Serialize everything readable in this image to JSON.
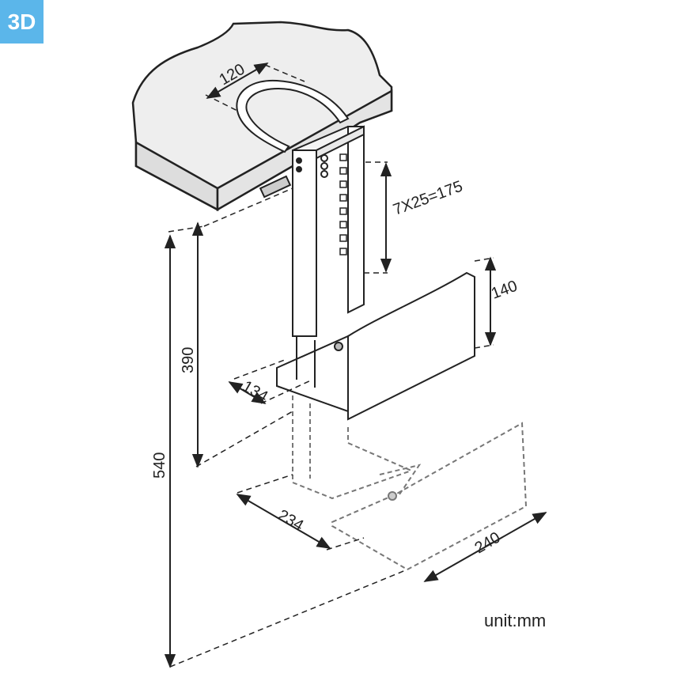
{
  "badge": "3D",
  "unit_label": "unit:mm",
  "dimensions": {
    "desk_clamp": "120",
    "adjust_range": "7X25=175",
    "holder_height": "140",
    "min_height": "390",
    "max_height": "540",
    "min_width": "134",
    "max_width": "234",
    "depth": "240"
  },
  "colors": {
    "badge_bg": "#5bb6ea",
    "line": "#222222",
    "desk_fill": "#eeeeee",
    "dashed": "#777777"
  }
}
